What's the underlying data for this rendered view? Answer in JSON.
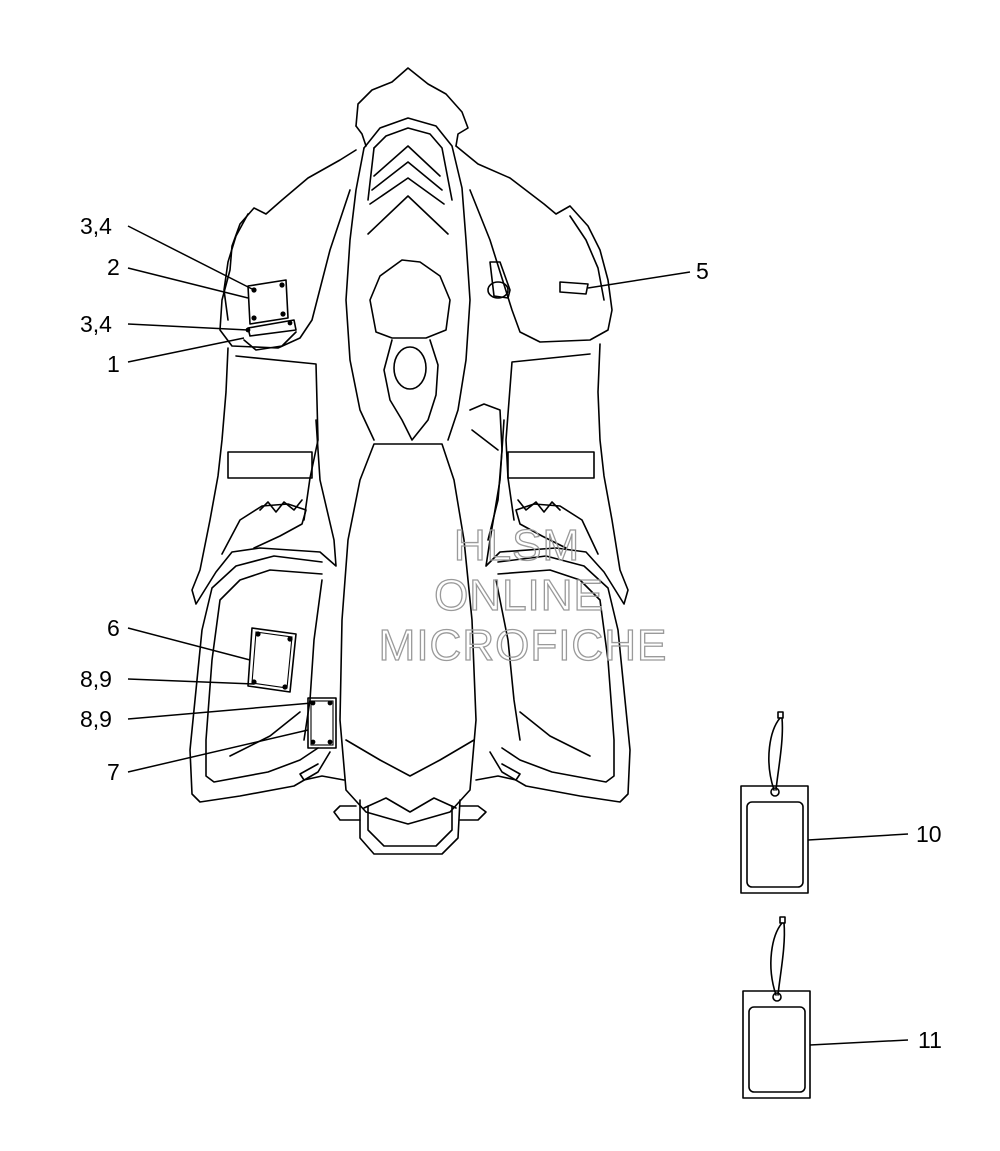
{
  "watermark": {
    "line1": "HLSM",
    "line2": "ONLINE",
    "line3": "MICROFICHE"
  },
  "callouts": [
    {
      "id": "c34a",
      "label": "3,4"
    },
    {
      "id": "c2",
      "label": "2"
    },
    {
      "id": "c34b",
      "label": "3,4"
    },
    {
      "id": "c1",
      "label": "1"
    },
    {
      "id": "c5",
      "label": "5"
    },
    {
      "id": "c6",
      "label": "6"
    },
    {
      "id": "c89a",
      "label": "8,9"
    },
    {
      "id": "c89b",
      "label": "8,9"
    },
    {
      "id": "c7",
      "label": "7"
    },
    {
      "id": "c10",
      "label": "10"
    },
    {
      "id": "c11",
      "label": "11"
    }
  ]
}
